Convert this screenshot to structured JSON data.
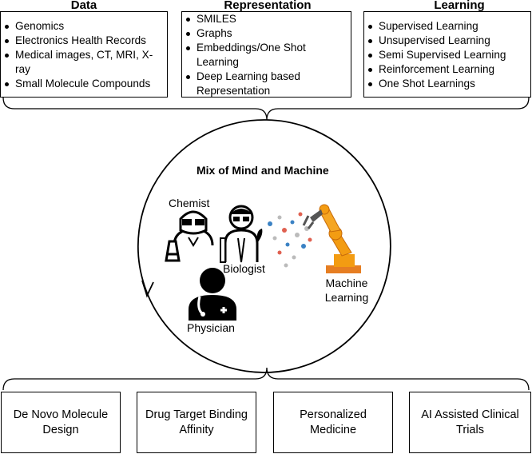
{
  "headers": {
    "data": "Data",
    "representation": "Representation",
    "learning": "Learning"
  },
  "data_items": [
    "Genomics",
    "Electronics Health Records",
    "Medical images, CT, MRI, X-ray",
    "Small Molecule Compounds"
  ],
  "representation_items": [
    "SMILES",
    "Graphs",
    "Embeddings/One Shot Learning",
    "Deep Learning based Representation"
  ],
  "learning_items": [
    "Supervised Learning",
    "Unsupervised Learning",
    "Semi Supervised Learning",
    "Reinforcement Learning",
    "One Shot Learnings"
  ],
  "center": {
    "title": "Mix of Mind and Machine",
    "chemist": "Chemist",
    "biologist": "Biologist",
    "physician": "Physician",
    "ml_line1": "Machine",
    "ml_line2": "Learning"
  },
  "outputs": [
    "De Novo Molecule Design",
    "Drug Target Binding Affinity",
    "Personalized Medicine",
    "AI Assisted Clinical Trials"
  ],
  "icons": {
    "chemist": "chemist-icon",
    "biologist": "biologist-icon",
    "physician": "physician-icon",
    "robot": "robot-arm-icon",
    "molecules": "molecule-dots-icon"
  },
  "colors": {
    "robot": "#f39c12",
    "molecule_blue": "#3b82c4",
    "molecule_red": "#e06050"
  }
}
